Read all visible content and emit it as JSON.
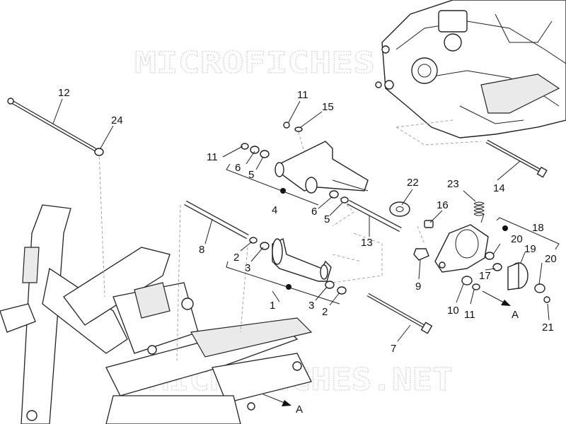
{
  "watermarks": [
    "MICROFICHES",
    "MICROFICHES.NET"
  ],
  "callouts": [
    "12",
    "24",
    "11",
    "15",
    "11",
    "6",
    "5",
    "4",
    "6",
    "5",
    "22",
    "23",
    "14",
    "16",
    "8",
    "13",
    "18",
    "20",
    "19",
    "20",
    "2",
    "3",
    "1",
    "3",
    "2",
    "9",
    "17",
    "10",
    "11",
    "7",
    "21"
  ],
  "arrow_labels": [
    "A",
    "A"
  ]
}
